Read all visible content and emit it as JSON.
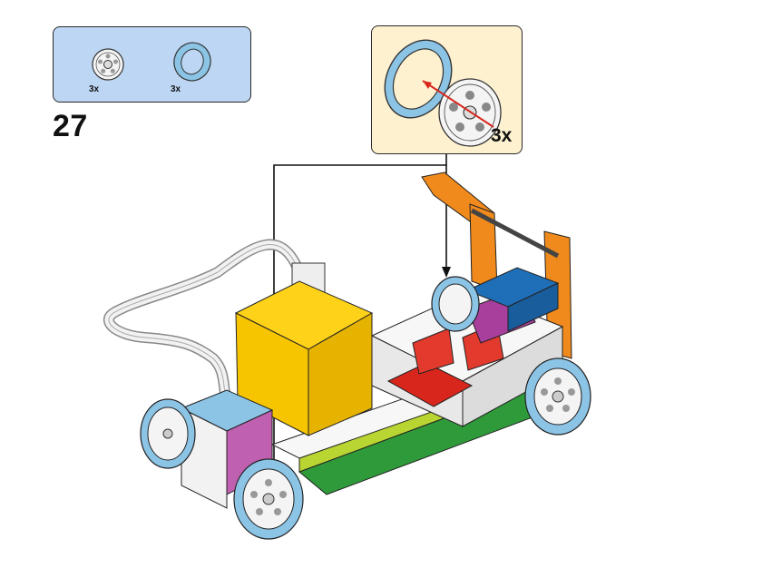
{
  "step": {
    "number": "27"
  },
  "parts_list": {
    "items": [
      {
        "name": "wheel-hub",
        "quantity": "3x"
      },
      {
        "name": "tire",
        "quantity": "3x"
      }
    ]
  },
  "callout": {
    "quantity": "3x"
  },
  "colors": {
    "parts_panel_bg": "#bcd6f3",
    "callout_bg": "#fdf1d0",
    "tire": "#8cc4e6",
    "hub": "#f2f2f2",
    "hub_yellow": "#f7c500",
    "brick_red": "#d8261c",
    "brick_blue": "#1f6fb8",
    "brick_orange": "#f08a1c",
    "brick_purple": "#a83f9c",
    "plate_green": "#2f9a3a",
    "plate_lime": "#b9d532"
  },
  "icons": [
    "wheel-hub-icon",
    "tire-icon",
    "arrow-icon",
    "model-illustration"
  ]
}
